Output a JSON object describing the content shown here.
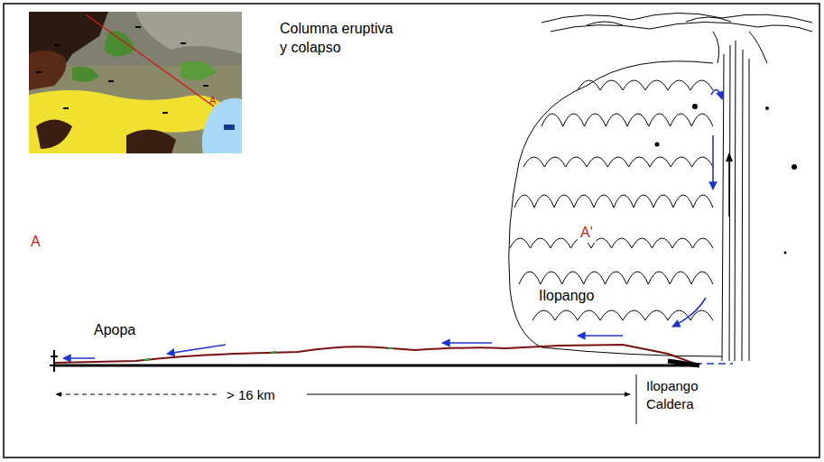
{
  "diagram": {
    "labels": [
      "Columna eruptiva y colapso",
      "A",
      "A",
      "A'",
      "Ilopango",
      "Apopa",
      "> 16 km",
      "Ilopango Caldera"
    ]
  }
}
